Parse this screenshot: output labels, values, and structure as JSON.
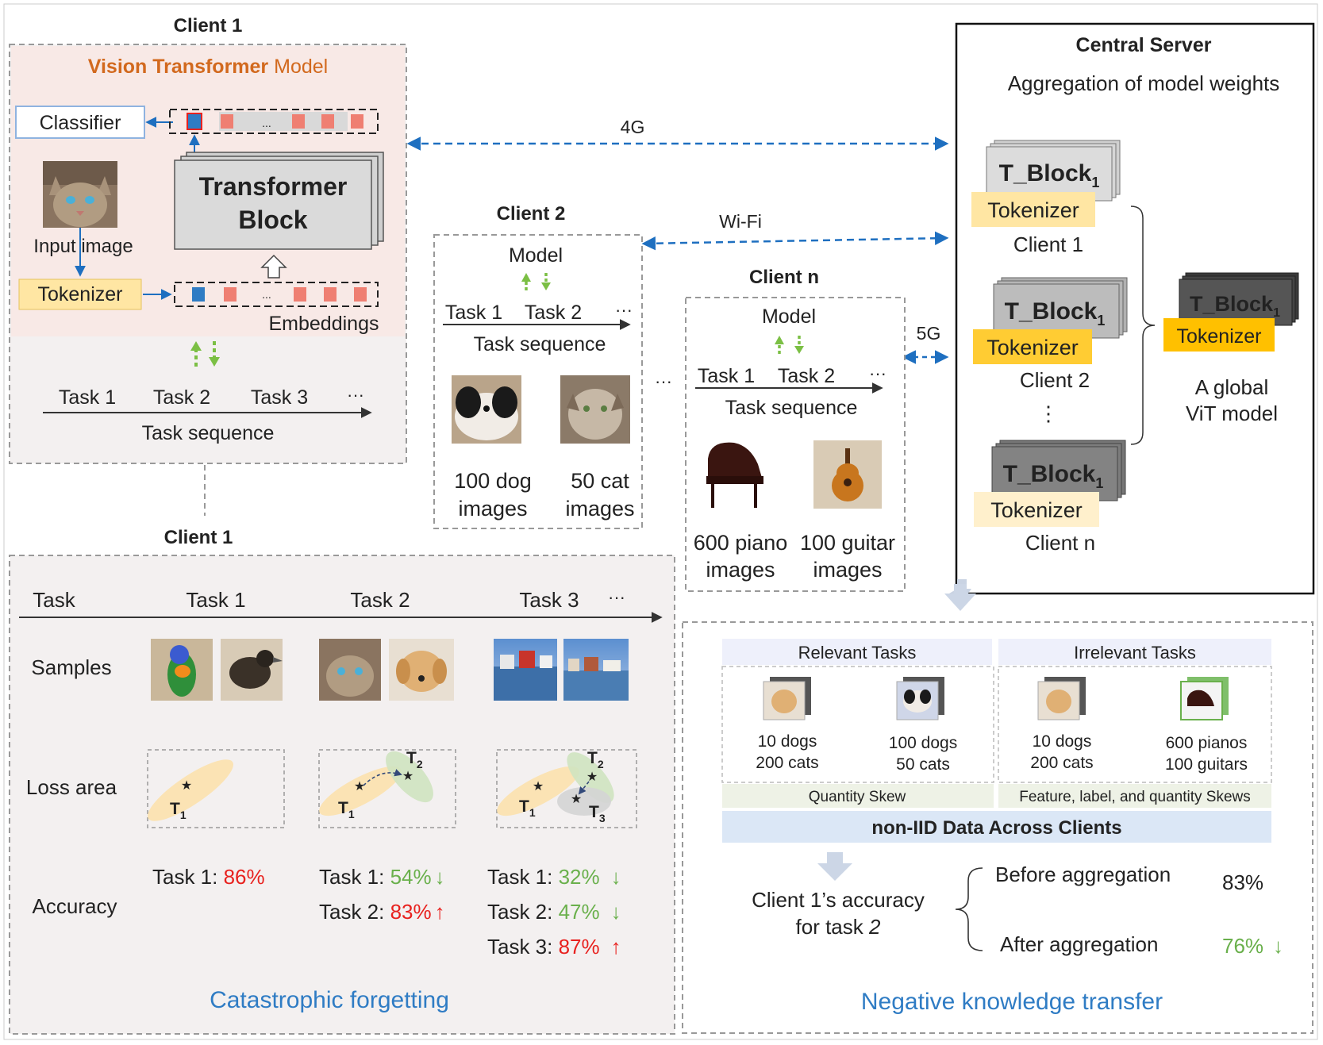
{
  "client1_top": {
    "title": "Client 1",
    "model_title_colored": "Vision Transformer",
    "model_title_rest": " Model",
    "classifier": "Classifier",
    "transformer_line1": "Transformer",
    "transformer_line2": "Block",
    "input_image": "Input image",
    "tokenizer": "Tokenizer",
    "embeddings": "Embeddings",
    "dots": "...",
    "tasks": [
      "Task 1",
      "Task 2",
      "Task 3",
      "···"
    ],
    "task_sequence": "Task sequence"
  },
  "links": {
    "client1": "4G",
    "client2": "Wi-Fi",
    "clientn": "5G"
  },
  "client2": {
    "title": "Client 2",
    "model": "Model",
    "task1": "Task 1",
    "task2": "Task 2",
    "ellipsis": "···",
    "task_sequence": "Task sequence",
    "samples": [
      {
        "line1": "100 dog",
        "line2": "images"
      },
      {
        "line1": "50 cat",
        "line2": "images"
      }
    ]
  },
  "between_dots": "···",
  "clientn": {
    "title": "Client n",
    "model": "Model",
    "task1": "Task 1",
    "task2": "Task 2",
    "ellipsis": "···",
    "task_sequence": "Task sequence",
    "samples": [
      {
        "line1": "600 piano",
        "line2": "images"
      },
      {
        "line1": "100 guitar",
        "line2": "images"
      }
    ]
  },
  "server": {
    "title": "Central Server",
    "subtitle": "Aggregation  of model weights",
    "block_base": "T_Block",
    "block_sub": "1",
    "tokenizer": "Tokenizer",
    "clients": [
      "Client 1",
      "Client 2",
      "Client n"
    ],
    "vdots": "⋮",
    "global_line1": "A global",
    "global_line2": "ViT model"
  },
  "client1_bottom": {
    "title": "Client 1",
    "task_header": "Task",
    "task_cols": [
      "Task  1",
      "Task  2",
      "Task  3"
    ],
    "ellipsis": "···",
    "rows": {
      "samples": "Samples",
      "loss_area": "Loss area",
      "accuracy": "Accuracy"
    },
    "loss_labels": {
      "t": "T",
      "s1": "1",
      "s2": "2",
      "s3": "3"
    },
    "accuracy": [
      [
        {
          "label": "Task 1: ",
          "value": "86%",
          "color": "#e8211e",
          "arrow": ""
        }
      ],
      [
        {
          "label": "Task 1: ",
          "value": "54%",
          "color": "#6ab04c",
          "arrow": "↓"
        },
        {
          "label": "Task 2: ",
          "value": "83%",
          "color": "#e8211e",
          "arrow": "↑"
        }
      ],
      [
        {
          "label": "Task 1: ",
          "value": "32%",
          "color": "#6ab04c",
          "arrow": "↓"
        },
        {
          "label": "Task 2: ",
          "value": "47%",
          "color": "#6ab04c",
          "arrow": "↓"
        },
        {
          "label": "Task 3: ",
          "value": "87%",
          "color": "#e8211e",
          "arrow": "↑"
        }
      ]
    ],
    "caption": "Catastrophic forgetting"
  },
  "negative": {
    "relevant_header": "Relevant Tasks",
    "irrelevant_header": "Irrelevant Tasks",
    "items": [
      {
        "line1": "10 dogs",
        "line2": "200 cats"
      },
      {
        "line1": "100 dogs",
        "line2": "50 cats"
      },
      {
        "line1": "10 dogs",
        "line2": "200 cats"
      },
      {
        "line1": "600 pianos",
        "line2": "100 guitars"
      }
    ],
    "skew_left": "Quantity Skew",
    "skew_right": "Feature, label, and quantity Skews",
    "noniid": "non-IID Data Across Clients",
    "acc_line1": "Client 1’s accuracy",
    "acc_line2_pre": "for task ",
    "acc_line2_italic": "2",
    "before_label": "Before aggregation",
    "before_value": "83%",
    "after_label": "After aggregation",
    "after_value": "76%",
    "after_arrow": "↓",
    "caption": "Negative knowledge transfer"
  },
  "colors": {
    "accent_blue": "#2f7cc4",
    "orange_title": "#d2691e",
    "red": "#e8211e",
    "green": "#6ab04c",
    "tokenizer_fill": "#ffe6a3",
    "panel_fill": "#f6eeee"
  }
}
